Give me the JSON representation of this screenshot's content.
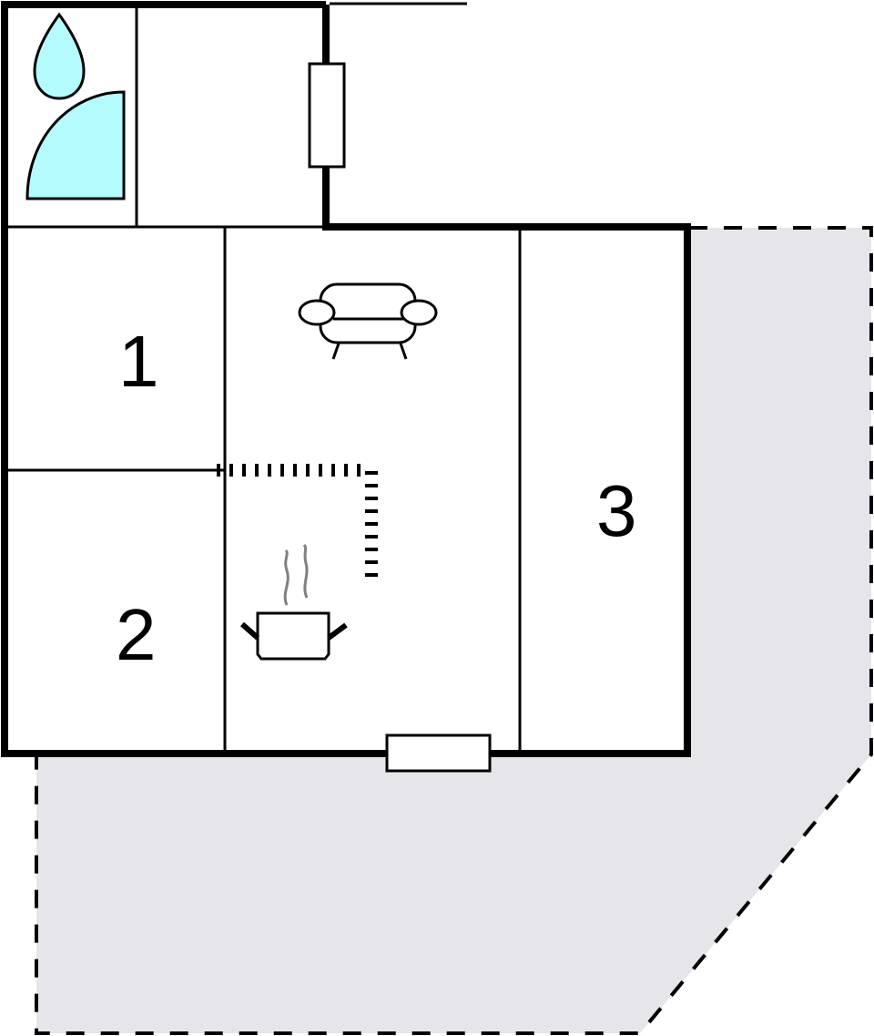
{
  "diagram": {
    "type": "floor-plan",
    "colors": {
      "wall": "#000000",
      "terrace_fill": "#e6e6ea",
      "bathroom_fixture": "#b3fbff",
      "steam": "#808080",
      "background": "#ffffff"
    },
    "rooms": [
      {
        "id": "bathroom",
        "label": "",
        "icon": "shower-icon"
      },
      {
        "id": "entrance",
        "label": "",
        "icon": ""
      },
      {
        "id": "bedroom-1",
        "label": "1"
      },
      {
        "id": "bedroom-2",
        "label": "2"
      },
      {
        "id": "living-kitchen",
        "label": "",
        "icons": [
          "armchair-icon",
          "cooking-pot-icon"
        ]
      },
      {
        "id": "bedroom-3",
        "label": "3"
      }
    ],
    "outdoor": {
      "id": "terrace",
      "style": "dashed-outline",
      "label": ""
    }
  }
}
